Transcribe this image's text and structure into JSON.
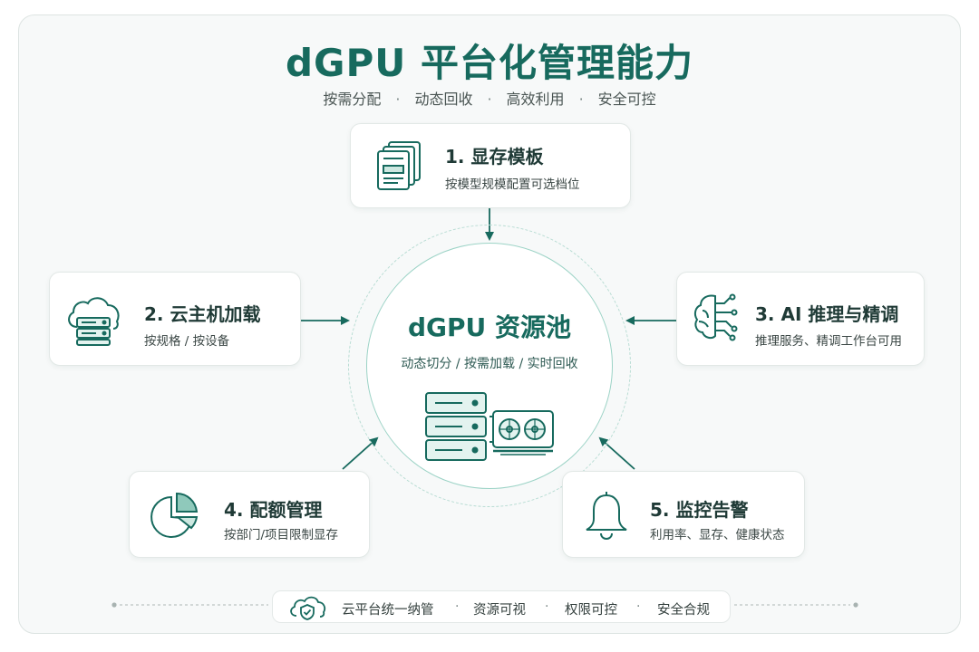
{
  "header": {
    "title": "dGPU 平台化管理能力",
    "tags": [
      "按需分配",
      "动态回收",
      "高效利用",
      "安全可控"
    ]
  },
  "pool": {
    "title": "dGPU 资源池",
    "desc": "动态切分 / 按需加载 / 实时回收"
  },
  "cards": [
    {
      "title": "1. 显存模板",
      "desc": "按模型规模配置可选档位",
      "icon": "stacked-documents-icon"
    },
    {
      "title": "2. 云主机加载",
      "desc": "按规格 / 按设备",
      "icon": "cloud-server-icon"
    },
    {
      "title": "3. AI 推理与精调",
      "desc": "推理服务、精调工作台可用",
      "icon": "ai-brain-icon"
    },
    {
      "title": "4. 配额管理",
      "desc": "按部门/项目限制显存",
      "icon": "pie-chart-icon"
    },
    {
      "title": "5. 监控告警",
      "desc": "利用率、显存、健康状态",
      "icon": "bell-icon"
    }
  ],
  "footer": {
    "items": [
      "云平台统一纳管",
      "资源可视",
      "权限可控",
      "安全合规"
    ],
    "icon": "cloud-shield-icon"
  },
  "colors": {
    "accent": "#176a5e",
    "accent_light": "#9cd3c6",
    "text": "#1f3a36"
  }
}
